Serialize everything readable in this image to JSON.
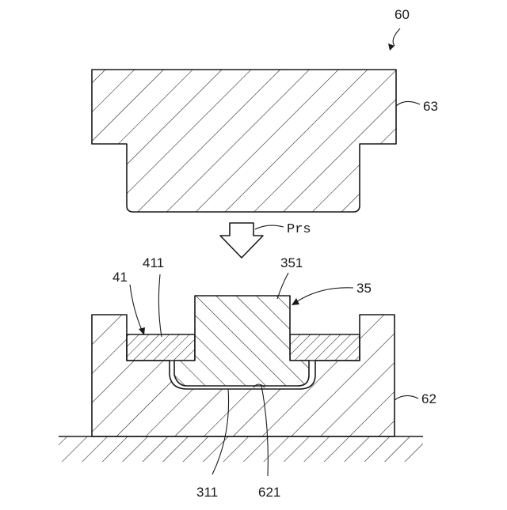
{
  "labels": {
    "assembly": "60",
    "upper_die": "63",
    "press_force": "Prs",
    "workpiece_part": "41",
    "workpiece_edge": "411",
    "boss_top": "351",
    "boss": "35",
    "lower_die": "62",
    "boss_bottom": "311",
    "die_cavity_surface": "621"
  }
}
